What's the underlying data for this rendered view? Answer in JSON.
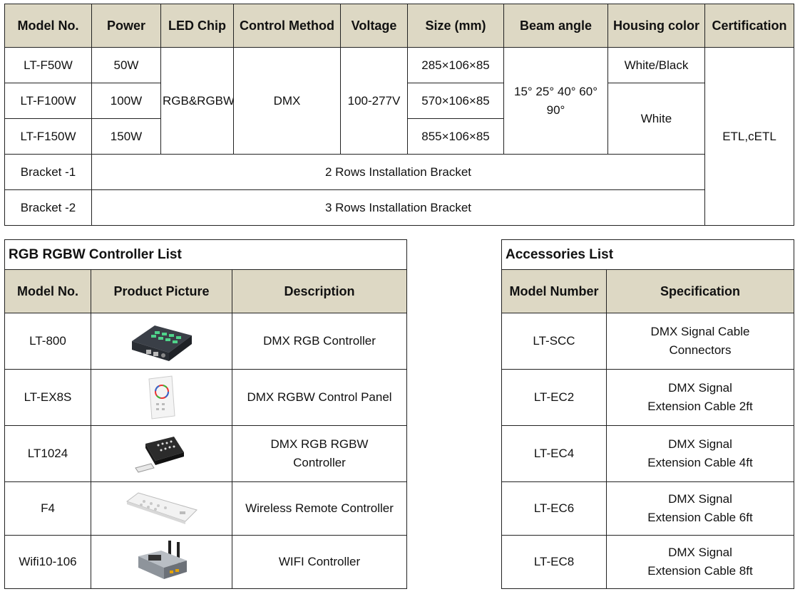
{
  "spec_table": {
    "headers": [
      "Model No.",
      "Power",
      "LED Chip",
      "Control Method",
      "Voltage",
      "Size (mm)",
      "Beam angle",
      "Housing color",
      "Certification"
    ],
    "rows": [
      {
        "model": "LT-F50W",
        "power": "50W",
        "size": "285×106×85"
      },
      {
        "model": "LT-F100W",
        "power": "100W",
        "size": "570×106×85"
      },
      {
        "model": "LT-F150W",
        "power": "150W",
        "size": "855×106×85"
      }
    ],
    "led_chip": "RGB&RGBW",
    "control_method": "DMX",
    "voltage": "100-277V",
    "beam_angle": "15° 25° 40° 60° 90°",
    "housing_color_1": "White/Black",
    "housing_color_2": "White",
    "certification": "ETL,cETL",
    "brackets": [
      {
        "model": "Bracket -1",
        "description": "2 Rows Installation Bracket"
      },
      {
        "model": "Bracket -2",
        "description": "3 Rows Installation Bracket"
      }
    ]
  },
  "controller_list": {
    "title": "RGB RGBW Controller List",
    "headers": [
      "Model No.",
      "Product Picture",
      "Description"
    ],
    "rows": [
      {
        "model": "LT-800",
        "picture": "dmx-controller-box-image",
        "description": "DMX RGB Controller"
      },
      {
        "model": "LT-EX8S",
        "picture": "wall-control-panel-image",
        "description": "DMX RGBW Control Panel"
      },
      {
        "model": "LT1024",
        "picture": "controller-with-remote-image",
        "description": "DMX RGB RGBW\nController"
      },
      {
        "model": "F4",
        "picture": "wireless-remote-image",
        "description": "Wireless Remote Controller"
      },
      {
        "model": "Wifi10-106",
        "picture": "wifi-controller-image",
        "description": "WIFI Controller"
      }
    ]
  },
  "accessories_list": {
    "title": "Accessories List",
    "headers": [
      "Model Number",
      "Specification"
    ],
    "rows": [
      {
        "model": "LT-SCC",
        "spec": "DMX Signal Cable\nConnectors"
      },
      {
        "model": "LT-EC2",
        "spec": "DMX Signal\nExtension Cable 2ft"
      },
      {
        "model": "LT-EC4",
        "spec": "DMX Signal\nExtension Cable 4ft"
      },
      {
        "model": "LT-EC6",
        "spec": "DMX Signal\nExtension Cable 6ft"
      },
      {
        "model": "LT-EC8",
        "spec": "DMX Signal\nExtension Cable 8ft"
      }
    ]
  },
  "colors": {
    "header_bg": "#ddd8c4",
    "border": "#222222"
  }
}
